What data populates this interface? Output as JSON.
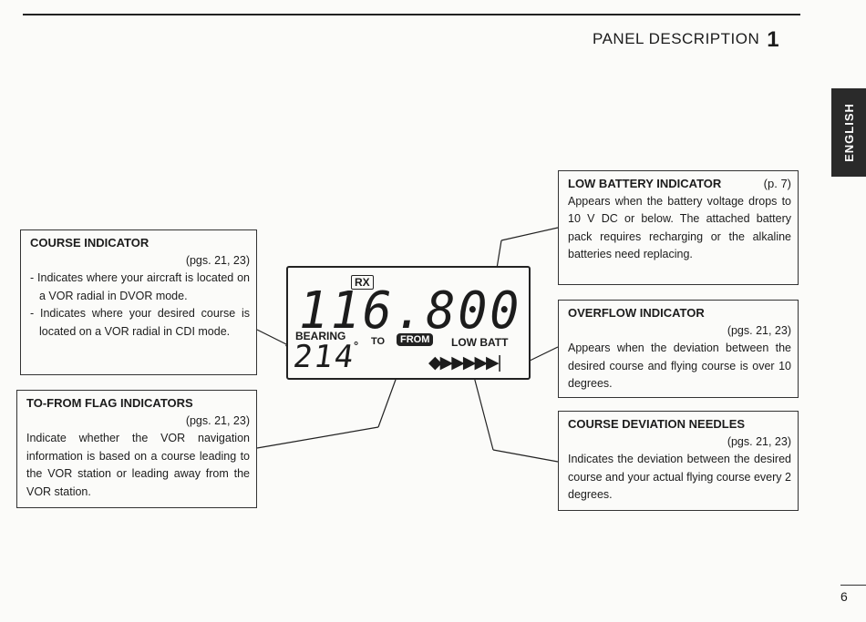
{
  "header": {
    "section_title": "PANEL DESCRIPTION",
    "section_number": "1",
    "language_tab": "ENGLISH"
  },
  "display": {
    "rx": "RX",
    "frequency": "116.800",
    "bearing_label": "BEARING",
    "bearing_value": "214",
    "degree_symbol": "°",
    "to": "TO",
    "from": "FROM",
    "low_batt": "LOW BATT",
    "needles": "◆▶▶▶▶▶|"
  },
  "callouts": {
    "course": {
      "title": "COURSE INDICATOR",
      "ref": "(pgs. 21, 23)",
      "items": [
        "- Indicates where your aircraft is located on a VOR radial in DVOR mode.",
        "- Indicates where your desired course is located on a VOR radial in CDI mode."
      ]
    },
    "tofrom": {
      "title": "TO-FROM FLAG INDICATORS",
      "ref": "(pgs. 21, 23)",
      "body": "Indicate whether the VOR navigation information is based on a course leading to the VOR station or leading away from the VOR station."
    },
    "lowbatt": {
      "title": "LOW BATTERY INDICATOR",
      "ref": "(p. 7)",
      "body": "Appears when the battery voltage drops to 10 V DC or below. The attached battery pack requires recharging or the alkaline batteries need replacing."
    },
    "overflow": {
      "title": "OVERFLOW INDICATOR",
      "ref": "(pgs. 21, 23)",
      "body": "Appears when the deviation between the desired course and flying course is over 10 degrees."
    },
    "cdn": {
      "title": "COURSE DEVIATION NEEDLES",
      "ref": "(pgs. 21, 23)",
      "body": "Indicates the deviation between the desired course and your actual flying course every 2 degrees."
    }
  },
  "footer": {
    "page_number": "6"
  }
}
